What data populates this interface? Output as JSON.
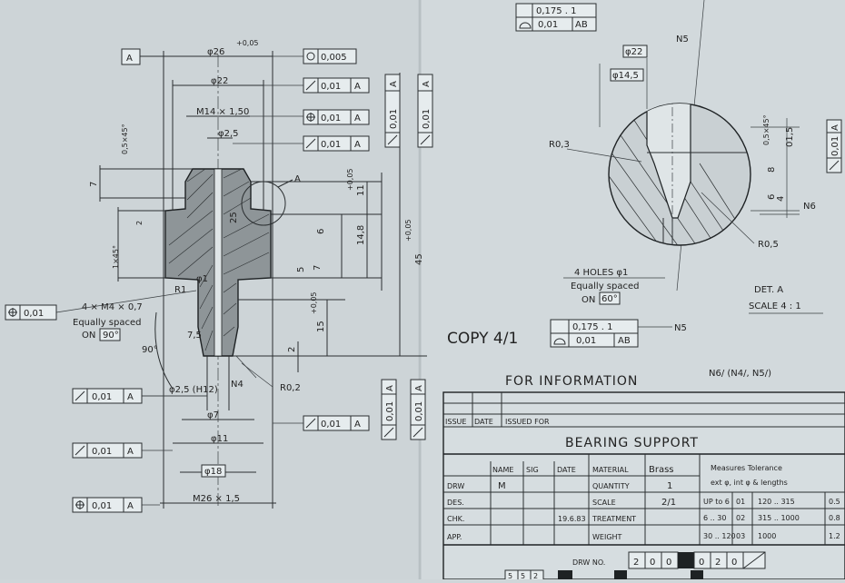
{
  "tolerance_frames": {
    "datum_A": "A",
    "flatness_top": "0,005",
    "runout_1": "0,01",
    "runout_2": "0,01",
    "runout_3": "0,01",
    "position_1": "0,01",
    "runout_left_1": "0,01",
    "runout_left_2": "0,01",
    "position_left": "0,01",
    "runout_mid": "0,01",
    "position_far_left": "0,01",
    "datum_ref": "A",
    "vertical_1": "0,01",
    "vertical_2": "0,01",
    "vertical_3": "0,01",
    "vertical_4": "0,01",
    "vertical_5": "0,01",
    "top_pos": "0,175 . 1",
    "top_flat": "0,01",
    "top_ref": "AB",
    "mid_pos": "0,175 . 1",
    "mid_flat": "0,01",
    "mid_ref": "AB"
  },
  "dimensions": {
    "d26": "φ26",
    "d26_tol": "+0,05",
    "d22": "φ22",
    "m14": "M14 × 1,50",
    "d25": "φ2,5",
    "d05x45": "0,5×45°",
    "d7": "7",
    "d2": "2",
    "d1x45": "1×45°",
    "d25_inner": "25",
    "d11": "11",
    "d11_tol": "+0,05",
    "d6": "6",
    "d148": "14,8",
    "d5": "5",
    "d7b": "7",
    "d45": "45",
    "d45_tol": "+0,05",
    "d15": "15",
    "d15_tol": "+0,05",
    "d2b": "2",
    "d1": "φ1",
    "r1": "R1",
    "m4": "4 × M4 × 0,7",
    "equally": "Equally spaced",
    "on90": "ON",
    "on90_box": "90°",
    "d90": "90°",
    "d75": "7,5",
    "d25h12": "φ2,5 (H12)",
    "n4": "N4",
    "r02": "R0,2",
    "d7c": "φ7",
    "d11c": "φ11",
    "d18": "φ18",
    "m26": "M26 × 1,5",
    "a_callout": "A"
  },
  "detail": {
    "d22": "φ22",
    "d145": "φ14,5",
    "ns": "N5",
    "r03": "R0,3",
    "d15": "0,5×45°",
    "d015": "01,5",
    "d4": "4",
    "d6": "6",
    "d8": "8",
    "n6": "N6",
    "r05": "R0,5",
    "holes": "4 HOLES φ1",
    "equally": "Equally spaced",
    "on": "ON",
    "on_box": "60°",
    "n5b": "N5",
    "det_label": "DET. A",
    "scale": "SCALE  4 : 1"
  },
  "stamps": {
    "copy": "COPY 4/1",
    "for_info": "FOR INFORMATION",
    "surface": "N6/ (N4/, N5/)"
  },
  "title_block": {
    "issue": "ISSUE",
    "date": "DATE",
    "issued_for": "ISSUED FOR",
    "title": "BEARING SUPPORT",
    "name": "NAME",
    "sig": "SIG",
    "date2": "DATE",
    "rows": [
      "DRW",
      "DES.",
      "CHK.",
      "APP."
    ],
    "drw_name": "M",
    "chk_date": "19.6.83",
    "material_lbl": "MATERIAL",
    "material_val": "Brass",
    "quantity_lbl": "QUANTITY",
    "quantity_val": "1",
    "scale_lbl": "SCALE",
    "scale_val": "2/1",
    "treatment_lbl": "TREATMENT",
    "weight_lbl": "WEIGHT",
    "tol_head1": "Measures Tolerance",
    "tol_head2": "ext φ, int φ & lengths",
    "tol_r1": [
      "UP to 6",
      "01",
      "120 .. 315",
      "0.5"
    ],
    "tol_r2": [
      "6 .. 30",
      "02",
      "315 .. 1000",
      "0.8"
    ],
    "tol_r3": [
      "30 .. 120",
      "03",
      "1000",
      "1.2"
    ],
    "drw_no_lbl": "DRW  NO.",
    "drw_no": [
      "2",
      "0",
      "0",
      "",
      "0",
      "2",
      "0"
    ],
    "bottom_code": [
      "5",
      "5",
      "2"
    ]
  }
}
